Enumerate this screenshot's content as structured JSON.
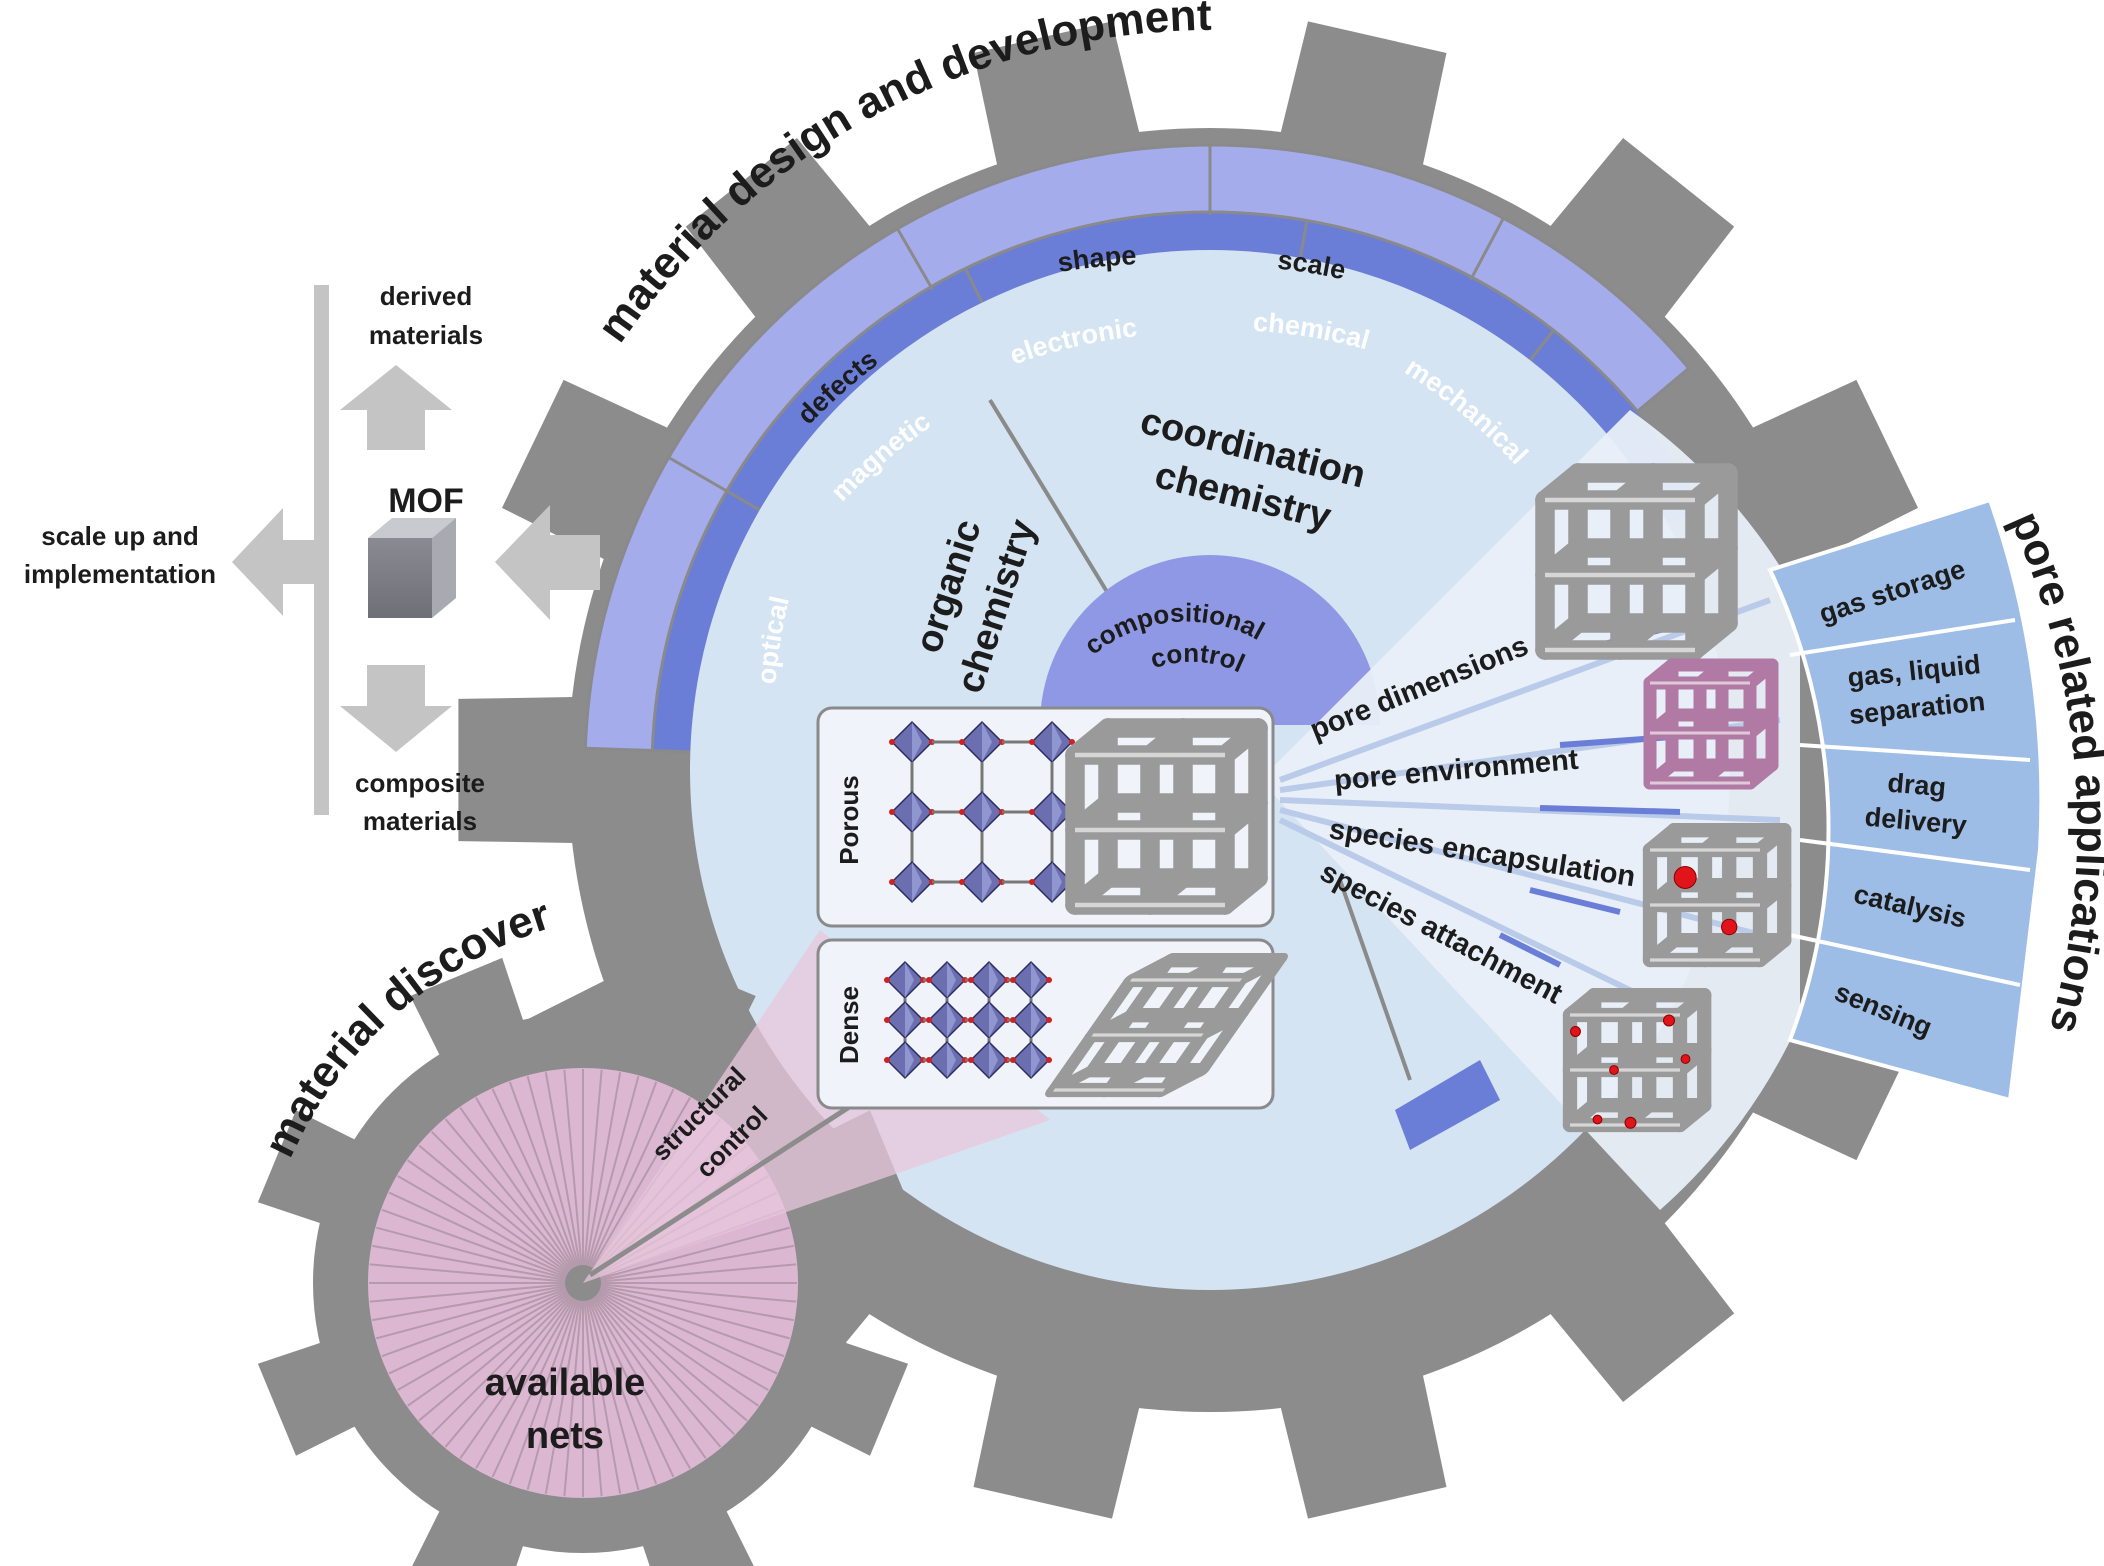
{
  "titles": {
    "design": "material design and development",
    "discovery": "material discovery",
    "pore": "pore related applications"
  },
  "mof_panel": {
    "mof": "MOF",
    "derived_1": "derived",
    "derived_2": "materials",
    "composite_1": "composite",
    "composite_2": "materials",
    "scale_1": "scale up and",
    "scale_2": "implementation"
  },
  "outer_ring": {
    "shape": "shape",
    "scale": "scale",
    "defects": "defects"
  },
  "mid_ring": {
    "electronic": "electronic",
    "chemical": "chemical",
    "magnetic": "magnetic",
    "mechanical": "mechanical",
    "optical": "optical"
  },
  "sectors": {
    "coord_1": "coordination",
    "coord_2": "chemistry",
    "organic_1": "organic",
    "organic_2": "chemistry",
    "comp_1": "compositional",
    "comp_2": "control"
  },
  "boxes": {
    "porous": "Porous",
    "dense": "Dense"
  },
  "pore_props": {
    "dimensions": "pore dimensions",
    "environment": "pore environment",
    "encapsulation": "species encapsulation",
    "attachment": "species attachment"
  },
  "applications": {
    "gas_storage": "gas storage",
    "separation_1": "gas, liquid",
    "separation_2": "separation",
    "drug_1": "drag",
    "drug_2": "delivery",
    "catalysis": "catalysis",
    "sensing": "sensing"
  },
  "small_gear": {
    "structural_1": "structural",
    "structural_2": "control",
    "nets_1": "available",
    "nets_2": "nets"
  },
  "colors": {
    "gear": "#8c8c8c",
    "outer_band": "#a4acec",
    "mid_band": "#6a7ed8",
    "inner_disc": "#d4e4f2",
    "compositional": "#8f98e4",
    "applications": "#9dbde6",
    "nets_pink": "#dcb7d2",
    "arrow": "#c4c4c4"
  }
}
